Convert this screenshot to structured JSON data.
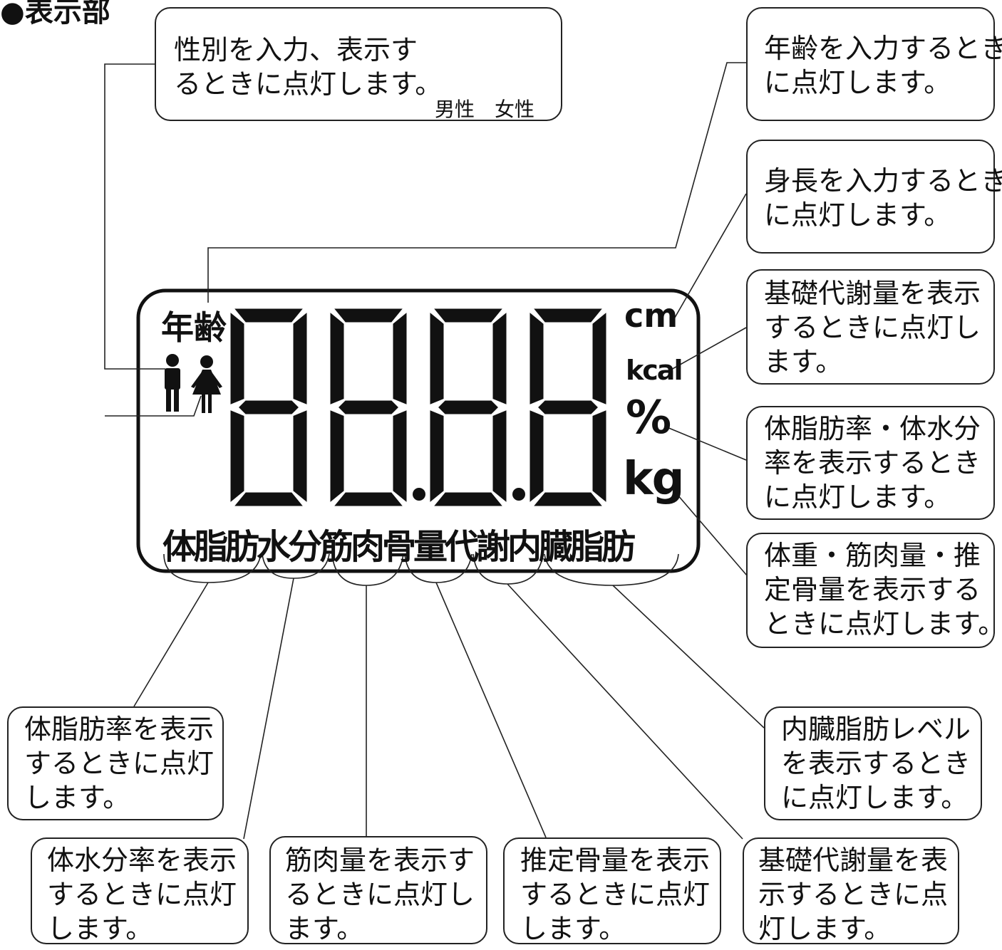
{
  "heading": "●表示部",
  "display": {
    "age_label": "年齢",
    "units": {
      "cm": "cm",
      "kcal": "kcal",
      "percent": "%",
      "kg": "kg"
    },
    "bottom_labels": "体脂肪水分筋肉骨量代謝内臓脂肪"
  },
  "gender_box": {
    "line1": "性別を入力、表示す",
    "line2": "るときに点灯します。",
    "male": "男性",
    "female": "女性"
  },
  "callouts_right": {
    "age": [
      "年齢を入力するとき",
      "に点灯します。"
    ],
    "height": [
      "身長を入力するとき",
      "に点灯します。"
    ],
    "bmr_kcal": [
      "基礎代謝量を表示",
      "するときに点灯し",
      "ます。"
    ],
    "percent": [
      "体脂肪率・体水分",
      "率を表示するとき",
      "に点灯します。"
    ],
    "kg": [
      "体重・筋肉量・推",
      "定骨量を表示する",
      "ときに点灯します。"
    ],
    "visceral": [
      "内臓脂肪レベル",
      "を表示するとき",
      "に点灯します。"
    ]
  },
  "callouts_bottom": {
    "body_fat": [
      "体脂肪率を表示",
      "するときに点灯",
      "します。"
    ],
    "water": [
      "体水分率を表示",
      "するときに点灯",
      "します。"
    ],
    "muscle": [
      "筋肉量を表示す",
      "るときに点灯し",
      "ます。"
    ],
    "bone": [
      "推定骨量を表示",
      "するときに点灯",
      "します。"
    ],
    "bmr": [
      "基礎代謝量を表",
      "示するときに点",
      "灯します。"
    ]
  }
}
